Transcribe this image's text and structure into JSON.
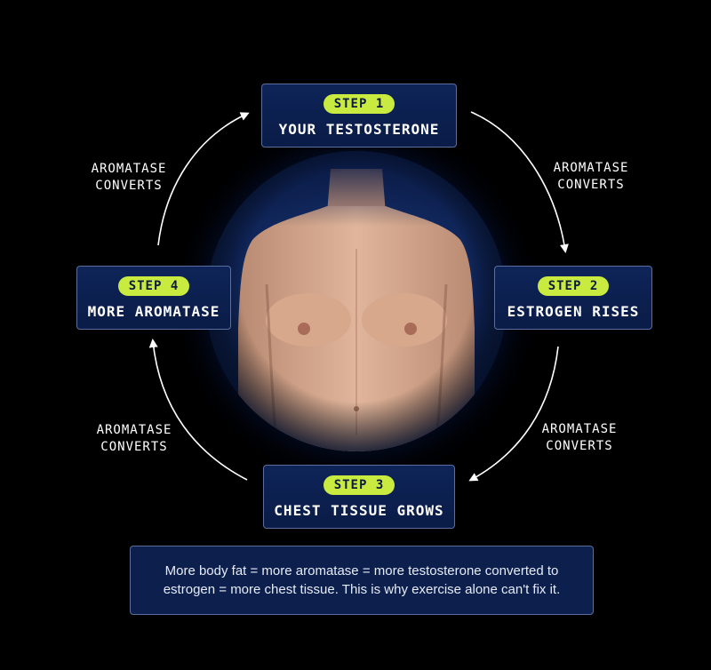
{
  "steps": [
    {
      "badge": "STEP 1",
      "title": "YOUR TESTOSTERONE"
    },
    {
      "badge": "STEP 2",
      "title": "ESTROGEN RISES"
    },
    {
      "badge": "STEP 3",
      "title": "CHEST TISSUE GROWS"
    },
    {
      "badge": "STEP 4",
      "title": "MORE AROMATASE"
    }
  ],
  "arrow_labels": [
    {
      "line1": "AROMATASE",
      "line2": "CONVERTS"
    },
    {
      "line1": "AROMATASE",
      "line2": "CONVERTS"
    },
    {
      "line1": "AROMATASE",
      "line2": "CONVERTS"
    },
    {
      "line1": "AROMATASE",
      "line2": "CONVERTS"
    }
  ],
  "note": {
    "line1": "More body fat = more aromatase = more testosterone converted to",
    "line2": "estrogen = more chest tissue. This is why exercise alone can't fix it."
  },
  "colors": {
    "badge": "#c9ea3f",
    "box": "#0e2458",
    "border": "#5a6f9e",
    "background": "#000000"
  }
}
